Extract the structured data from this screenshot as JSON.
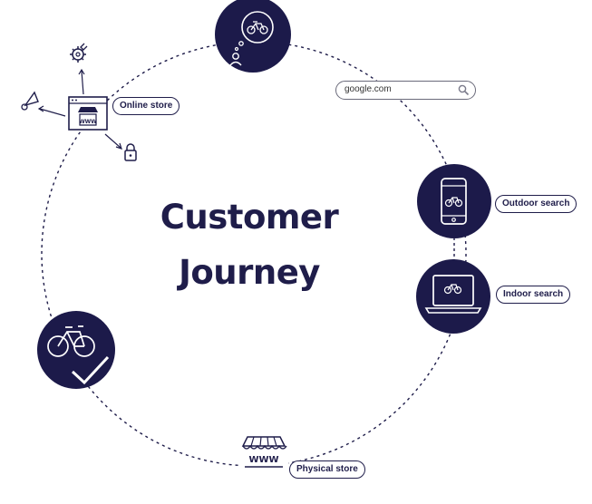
{
  "title": {
    "line1": "Customer",
    "line2": "Journey"
  },
  "stages": {
    "online_store": "Online store",
    "outdoor_search": "Outdoor search",
    "indoor_search": "Indoor search",
    "physical_store": "Physical store"
  },
  "search": {
    "value": "google.com"
  },
  "storefront_sign": "WWW",
  "icons": [
    "bike-thought-icon",
    "search-icon",
    "mobile-bike-icon",
    "laptop-bike-icon",
    "physical-store-icon",
    "bike-check-icon",
    "online-store-window-icon",
    "gear-icon",
    "megaphone-icon",
    "lock-icon"
  ],
  "colors": {
    "navy": "#1f1d4a",
    "circle_fill": "#1c1a4a",
    "white": "#ffffff"
  }
}
